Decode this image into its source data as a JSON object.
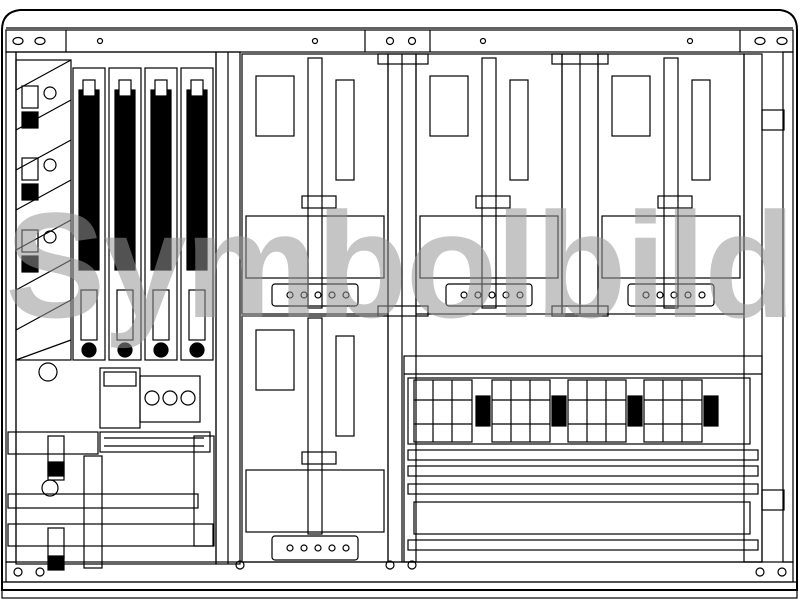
{
  "watermark": {
    "text": "Symbolbild",
    "color": "#969696"
  },
  "colors": {
    "stroke": "#000000",
    "background": "#ffffff"
  },
  "sections": [
    "fuse-switch-section",
    "meter-slot-top-1",
    "meter-slot-top-2",
    "meter-slot-top-3",
    "meter-slot-bottom",
    "circuit-breaker-section"
  ],
  "fuse_holders": 4,
  "breaker_groups": 4,
  "breakers_per_group": 3
}
